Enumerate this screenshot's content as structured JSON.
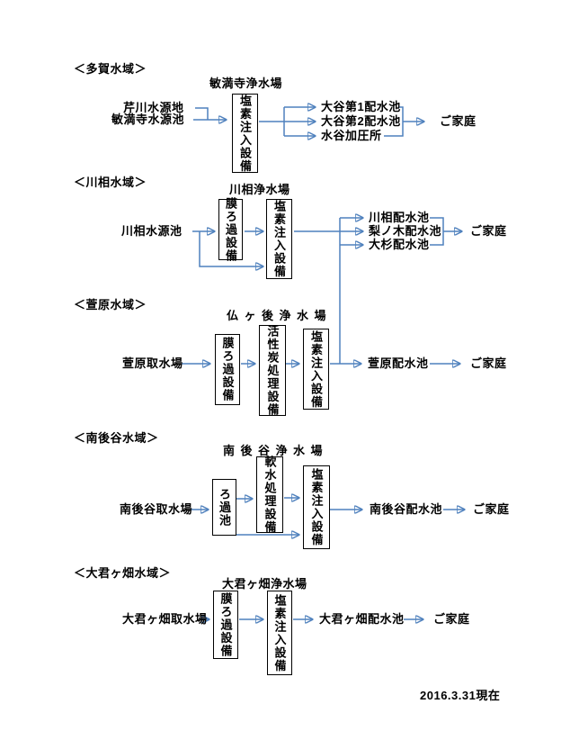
{
  "page": {
    "footer_date": "2016.3.31現在"
  },
  "colors": {
    "flow_line": "#4F81BD",
    "box_border": "#000000",
    "text": "#000000",
    "background": "#ffffff"
  },
  "sections": [
    {
      "header": "＜多賀水域＞",
      "plant_name": "敏満寺浄水場",
      "sources": [
        "芹川水源地",
        "敏満寺水源池"
      ],
      "process_boxes": [
        "塩素注入設備"
      ],
      "outputs": [
        "大谷第1配水池",
        "大谷第2配水池",
        "水谷加圧所"
      ],
      "destination": "ご家庭"
    },
    {
      "header": "＜川相水域＞",
      "plant_name": "川相浄水場",
      "sources": [
        "川相水源池"
      ],
      "process_boxes": [
        "膜ろ過設備",
        "塩素注入設備"
      ],
      "outputs": [
        "川相配水池",
        "梨ノ木配水池",
        "大杉配水池"
      ],
      "destination": "ご家庭"
    },
    {
      "header": "＜萱原水域＞",
      "plant_name": "仏ヶ後浄水場",
      "sources": [
        "萱原取水場"
      ],
      "process_boxes": [
        "膜ろ過設備",
        "活性炭処理設備",
        "塩素注入設備"
      ],
      "outputs": [
        "萱原配水池"
      ],
      "destination": "ご家庭"
    },
    {
      "header": "＜南後谷水域＞",
      "plant_name": "南後谷浄水場",
      "sources": [
        "南後谷取水場"
      ],
      "process_boxes": [
        "ろ過池",
        "軟水処理設備",
        "塩素注入設備"
      ],
      "outputs": [
        "南後谷配水池"
      ],
      "destination": "ご家庭"
    },
    {
      "header": "＜大君ヶ畑水域＞",
      "plant_name": "大君ヶ畑浄水場",
      "sources": [
        "大君ヶ畑取水場"
      ],
      "process_boxes": [
        "膜ろ過設備",
        "塩素注入設備"
      ],
      "outputs": [
        "大君ヶ畑配水池"
      ],
      "destination": "ご家庭"
    }
  ]
}
